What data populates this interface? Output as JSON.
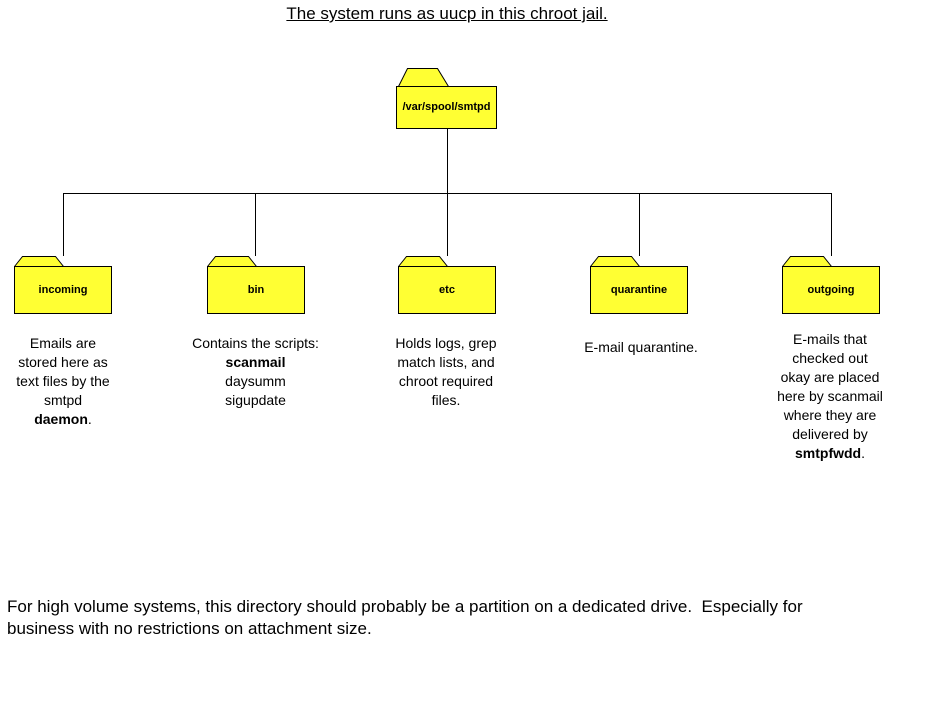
{
  "title": "The system runs as uucp in this chroot jail.",
  "root_folder": {
    "label": "/var/spool/smtpd"
  },
  "folders": [
    {
      "label": "incoming",
      "desc_pre": "Emails are\nstored here as\ntext files by the\nsmtpd\n",
      "desc_bold": "daemon",
      "desc_tail": "."
    },
    {
      "label": "bin",
      "desc_pre": "Contains the scripts:\n",
      "desc_bold": "scanmail",
      "desc_tail": "\ndaysumm\nsigupdate"
    },
    {
      "label": "etc",
      "desc_pre": "Holds logs, grep\nmatch lists, and\nchroot required\nfiles.",
      "desc_bold": "",
      "desc_tail": ""
    },
    {
      "label": "quarantine",
      "desc_pre": "E-mail quarantine.",
      "desc_bold": "",
      "desc_tail": ""
    },
    {
      "label": "outgoing",
      "desc_pre": "E-mails that\nchecked out\nokay are placed\nhere by scanmail\nwhere they are\ndelivered by\n",
      "desc_bold": "smtpfwdd",
      "desc_tail": "."
    }
  ],
  "footer": "For high volume systems, this directory should probably be a partition on a dedicated drive.  Especially for\nbusiness with no restrictions on attachment size.",
  "colors": {
    "folder_fill": "#FFFF33",
    "line": "#000000",
    "background": "#FFFFFF",
    "text": "#000000"
  }
}
